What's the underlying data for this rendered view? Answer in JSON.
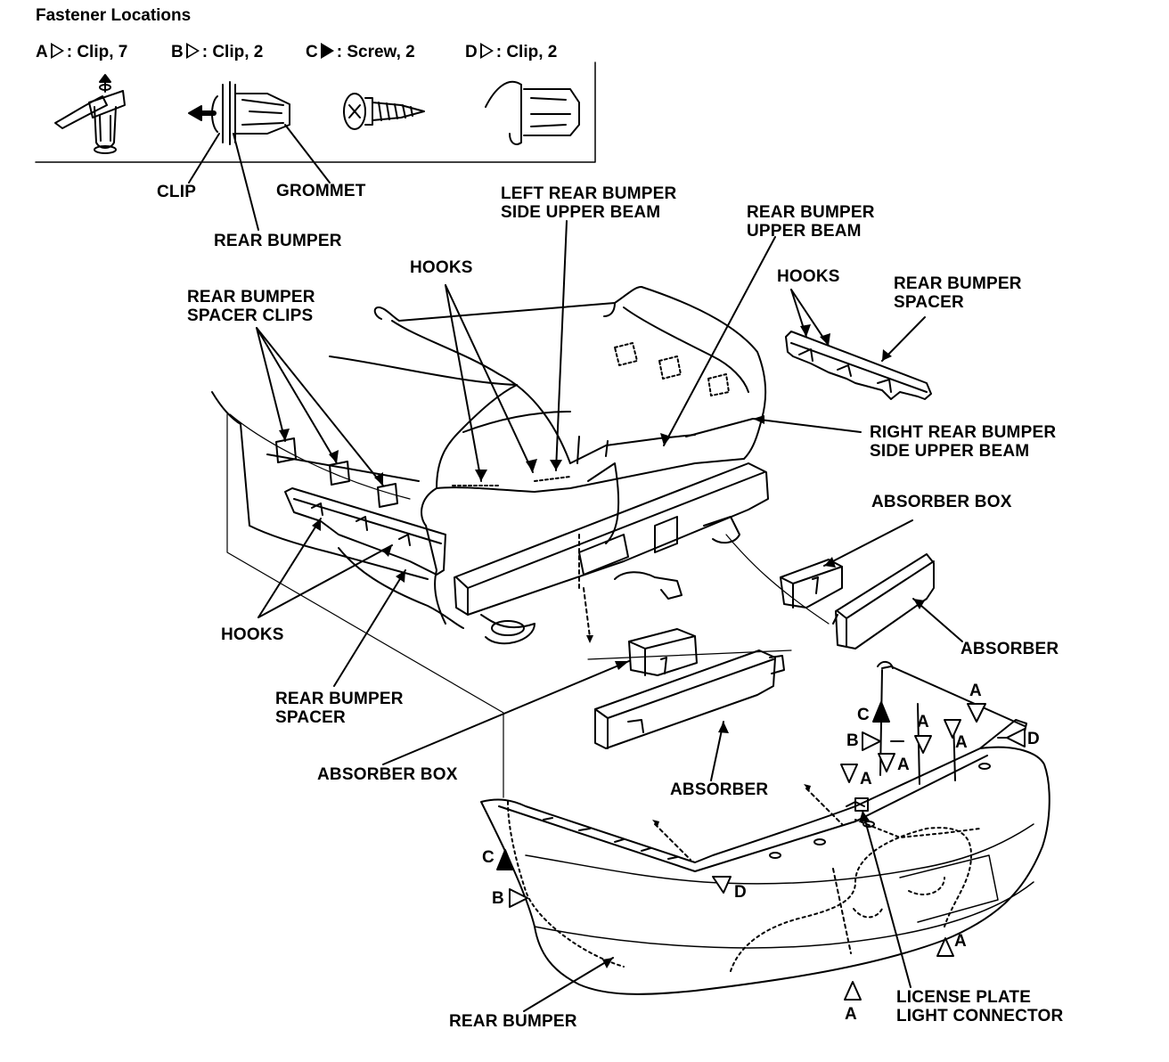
{
  "title": "Fastener Locations",
  "legend": [
    {
      "letter": "A",
      "kind": "open",
      "text": ": Clip, 7"
    },
    {
      "letter": "B",
      "kind": "open",
      "text": ": Clip, 2"
    },
    {
      "letter": "C",
      "kind": "filled",
      "text": ": Screw, 2"
    },
    {
      "letter": "D",
      "kind": "open",
      "text": ": Clip, 2"
    }
  ],
  "labels": {
    "clip": "CLIP",
    "grommet": "GROMMET",
    "rear_bumper_top": "REAR BUMPER",
    "left_beam": "LEFT REAR BUMPER\nSIDE UPPER BEAM",
    "upper_beam": "REAR BUMPER\nUPPER BEAM",
    "hooks_top": "HOOKS",
    "hooks_right": "HOOKS",
    "spacer_right": "REAR BUMPER\nSPACER",
    "spacer_clips": "REAR BUMPER\nSPACER CLIPS",
    "right_beam": "RIGHT REAR BUMPER\nSIDE UPPER BEAM",
    "absorber_box_right": "ABSORBER BOX",
    "absorber_right": "ABSORBER",
    "hooks_left": "HOOKS",
    "spacer_left": "REAR BUMPER\nSPACER",
    "absorber_box_left": "ABSORBER BOX",
    "absorber_center": "ABSORBER",
    "rear_bumper_bottom": "REAR BUMPER",
    "license_connector": "LICENSE PLATE\nLIGHT CONNECTOR"
  },
  "callouts": {
    "a1": "A",
    "a2": "A",
    "a3": "A",
    "a4": "A",
    "a5": "A",
    "a6": "A",
    "a7": "A",
    "b1": "B",
    "b2": "B",
    "c1": "C",
    "c2": "C",
    "d1": "D",
    "d2": "D"
  }
}
